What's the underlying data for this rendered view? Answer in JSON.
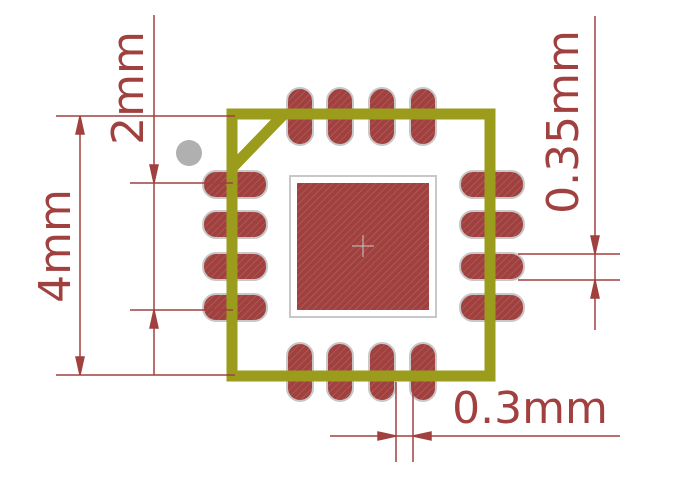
{
  "colors": {
    "pad": "#a0413f",
    "pad_outline": "#c8c8c8",
    "outline": "#9b9b1c",
    "dimension": "#a0413f",
    "pin1_marker": "#b0b0b0",
    "background": "#ffffff"
  },
  "dimensions": {
    "height": "4mm",
    "pad_span": "2mm",
    "pad_pitch": "0.35mm",
    "pad_width": "0.3mm"
  },
  "pads": {
    "top_count": 4,
    "bottom_count": 4,
    "left_count": 4,
    "right_count": 4
  },
  "icons": {
    "pin1": "pin1-marker-icon",
    "center": "crosshair-icon"
  }
}
